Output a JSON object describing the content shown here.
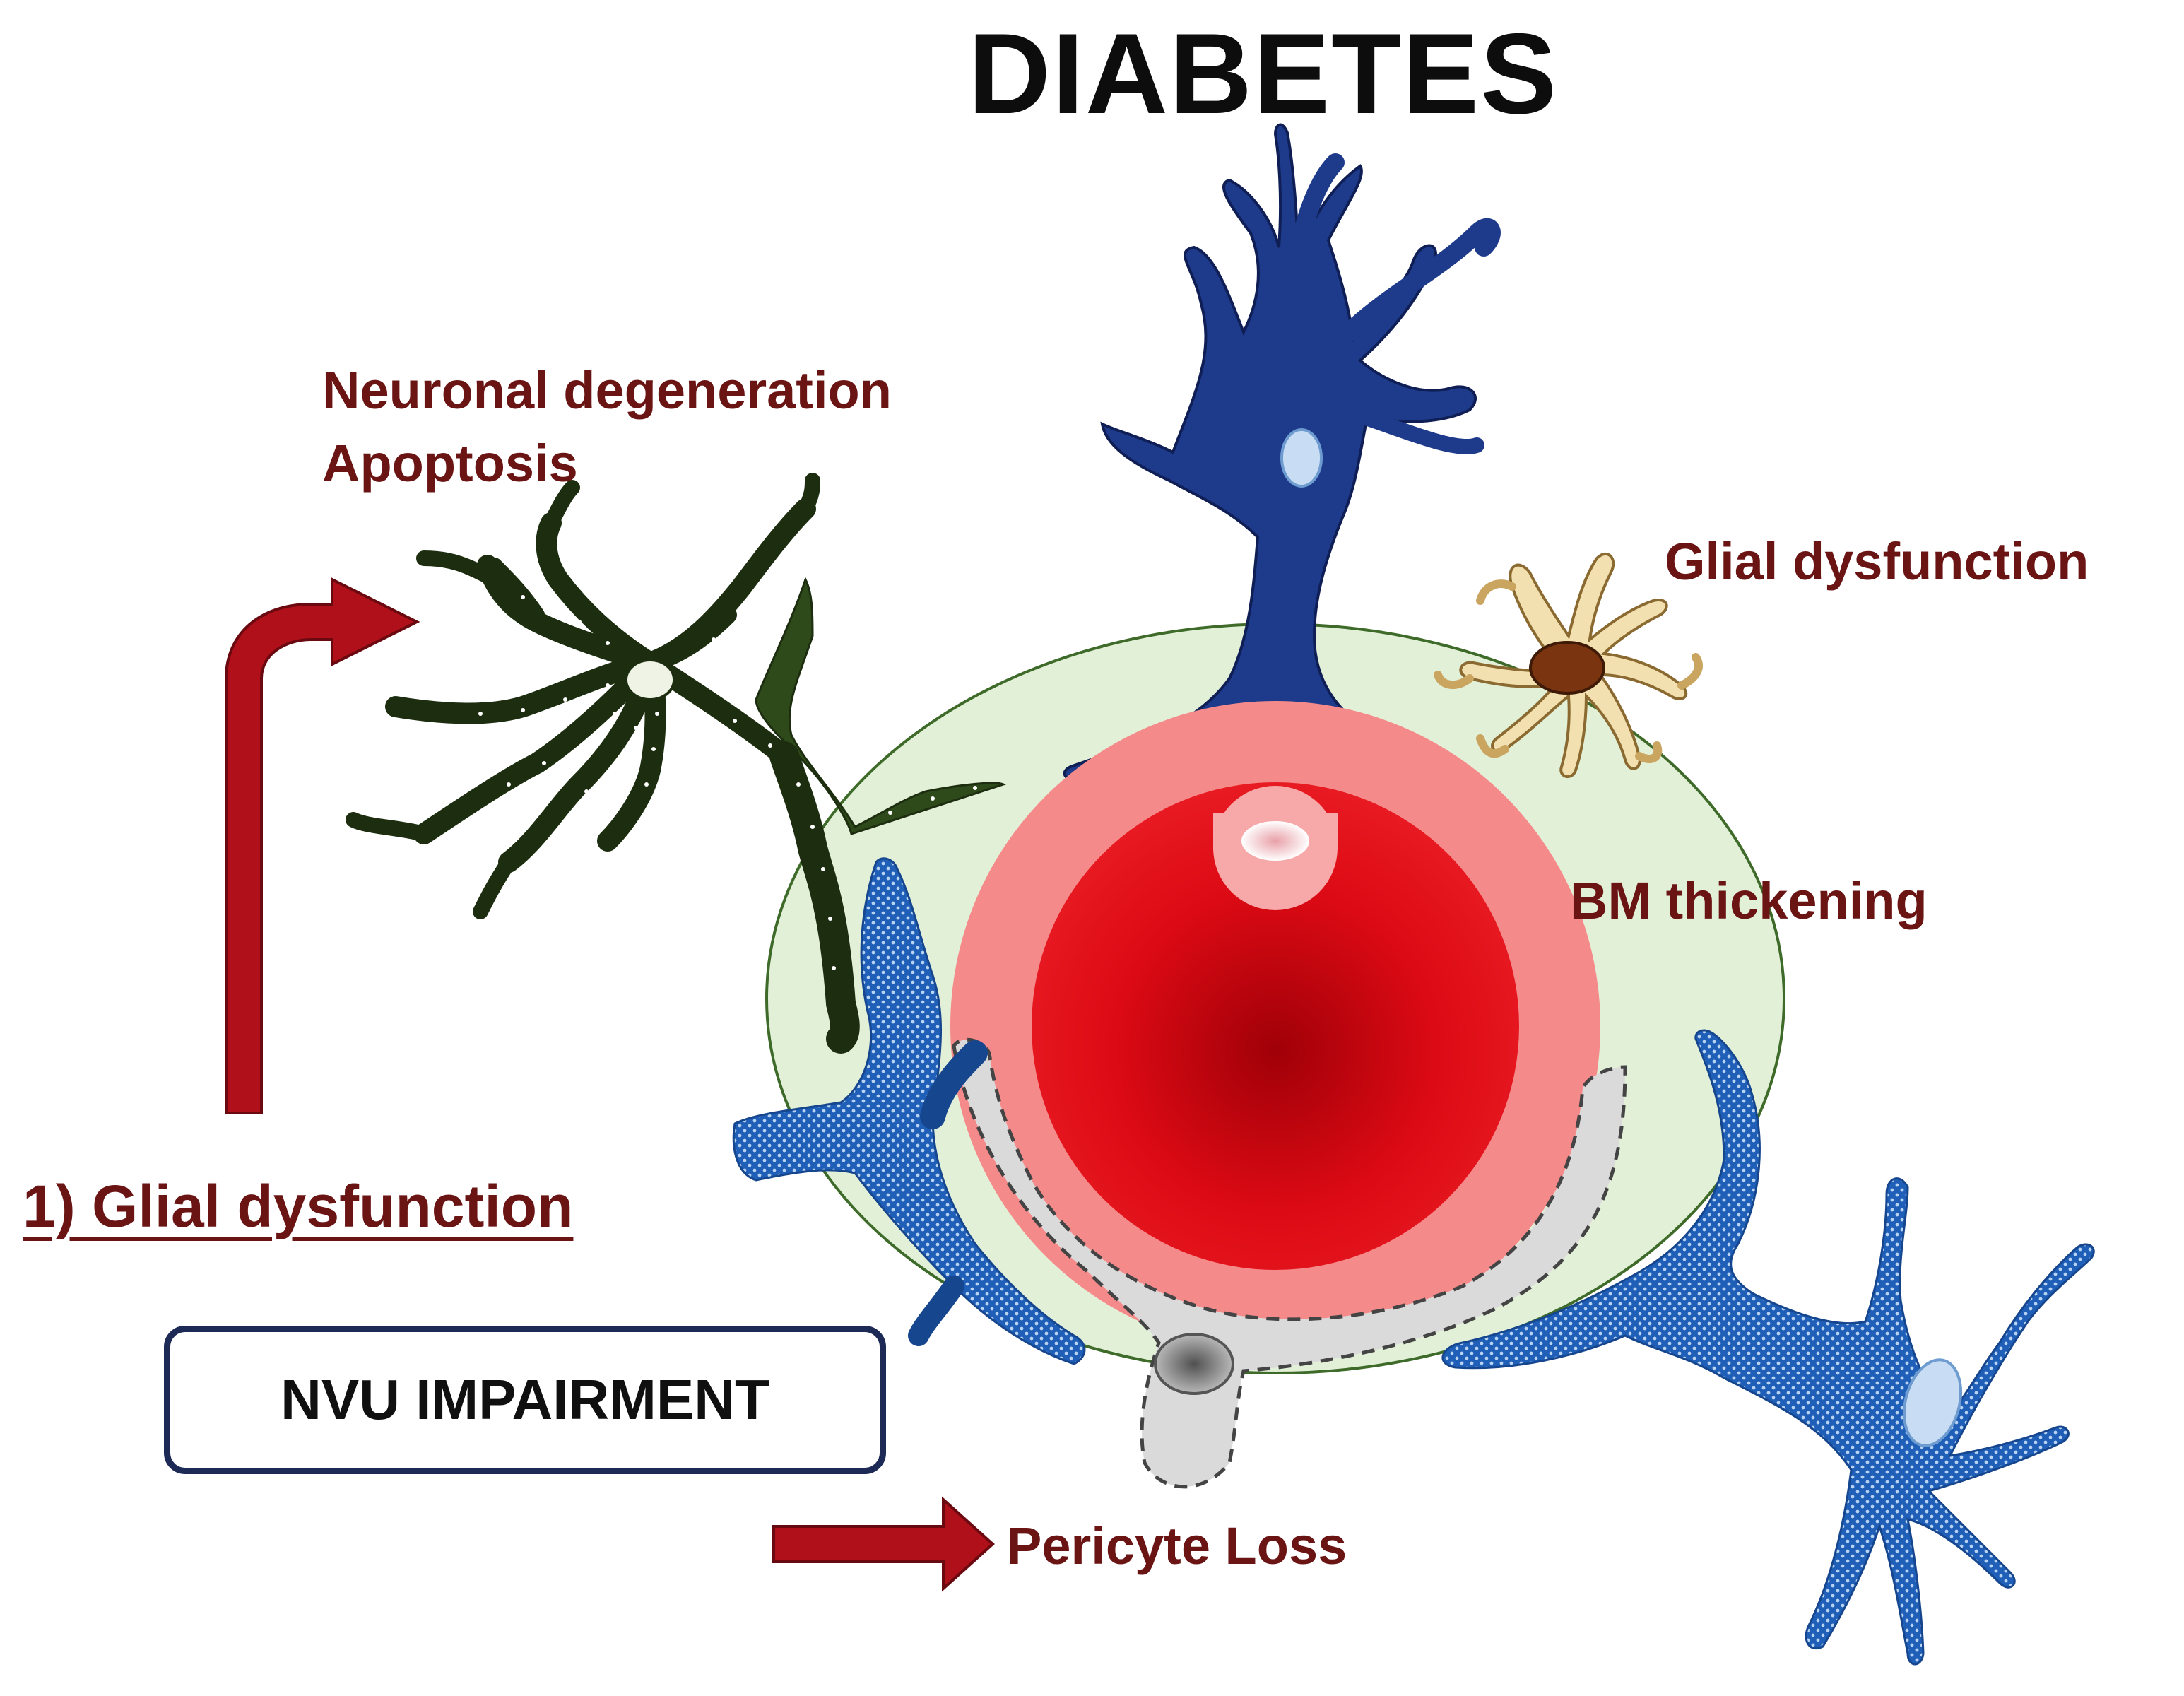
{
  "title": "DIABETES",
  "labels": {
    "neuronal_line1": "Neuronal degeneration",
    "neuronal_line2": "Apoptosis",
    "glial_dysfunction": "Glial dysfunction",
    "bm_thickening": "BM thickening",
    "glial_dysfunction_numbered": "1) Glial dysfunction",
    "nvu_impairment": "NVU IMPAIRMENT",
    "pericyte_loss": "Pericyte Loss"
  },
  "colors": {
    "label_red": "#6b1414",
    "arrow_red": "#b0101a",
    "vessel_core": "#d40010",
    "vessel_ring": "#f58a8a",
    "bm_green": "#e3f0d8",
    "neuron_green": "#2f4a1a",
    "neuron_blue": "#1e3a8a",
    "astrocyte_blue": "#1f5fb8",
    "glia_tan": "#f3e0b0",
    "glia_nucleus": "#7a3410",
    "pericyte_gray": "#d9d9d9"
  }
}
